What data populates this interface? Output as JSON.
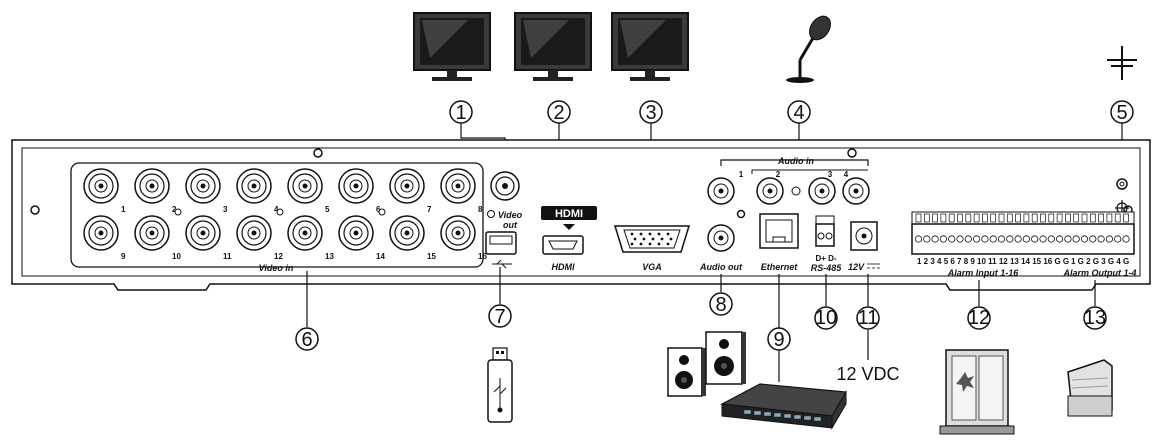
{
  "panel": {
    "video_in_label": "Video in",
    "video_out_label_1": "Video",
    "video_out_label_2": "out",
    "hdmi_logo": "HDMI",
    "hdmi_label": "HDMI",
    "vga_label": "VGA",
    "audio_in_label": "Audio in",
    "audio_out_label": "Audio out",
    "ethernet_label": "Ethernet",
    "rs485_top": "D+ D-",
    "rs485_label": "RS-485",
    "power_label": "12V",
    "alarm_input_label": "Alarm Input 1-16",
    "alarm_output_label": "Alarm Output 1-4",
    "alarm_input_pins": "1 2 3 4 5 6 7 8 9 10 11 12 13 14 15 16 G G",
    "alarm_output_pins": "1 G 2 G 3 G 4 G",
    "audio_in_numbers": [
      "1",
      "2",
      "3",
      "4"
    ],
    "bnc_top_numbers": [
      "1",
      "2",
      "3",
      "4",
      "5",
      "6",
      "7",
      "8"
    ],
    "bnc_bottom_numbers": [
      "9",
      "10",
      "11",
      "12",
      "13",
      "14",
      "15",
      "16"
    ]
  },
  "callouts": [
    "1",
    "2",
    "3",
    "4",
    "5",
    "6",
    "7",
    "8",
    "9",
    "10",
    "11",
    "12",
    "13"
  ],
  "power_spec": "12 VDC"
}
